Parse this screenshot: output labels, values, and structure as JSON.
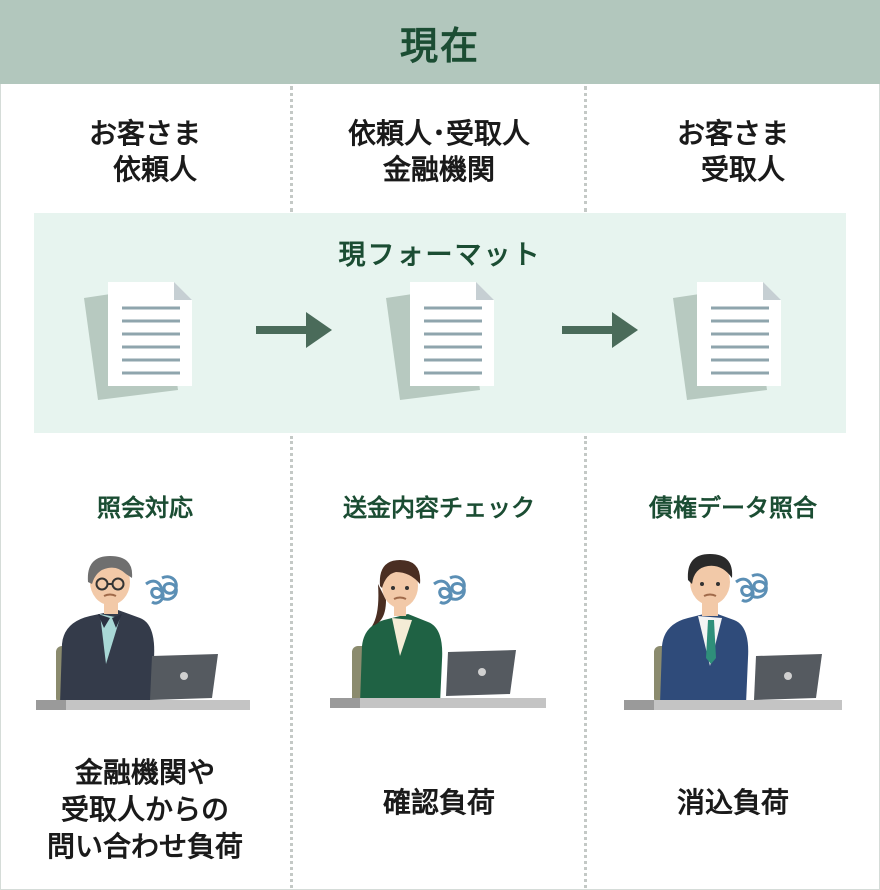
{
  "header": {
    "title": "現在"
  },
  "columns": [
    {
      "role_lines": [
        "お客さま",
        "依頼人"
      ],
      "task": "照会対応",
      "burden_lines": [
        "金融機関や",
        "受取人からの",
        "問い合わせ負荷"
      ]
    },
    {
      "role_lines": [
        "依頼人･受取人",
        "金融機関"
      ],
      "task": "送金内容チェック",
      "burden_lines": [
        "確認負荷"
      ]
    },
    {
      "role_lines": [
        "お客さま",
        "受取人"
      ],
      "task": "債権データ照合",
      "burden_lines": [
        "消込負荷"
      ]
    }
  ],
  "band": {
    "title": "現フォーマット"
  },
  "colors": {
    "header_bg": "#b2c7bd",
    "accent_green": "#1b4d33",
    "band_bg": "#e7f4ef",
    "arrow": "#4a6b5a"
  }
}
